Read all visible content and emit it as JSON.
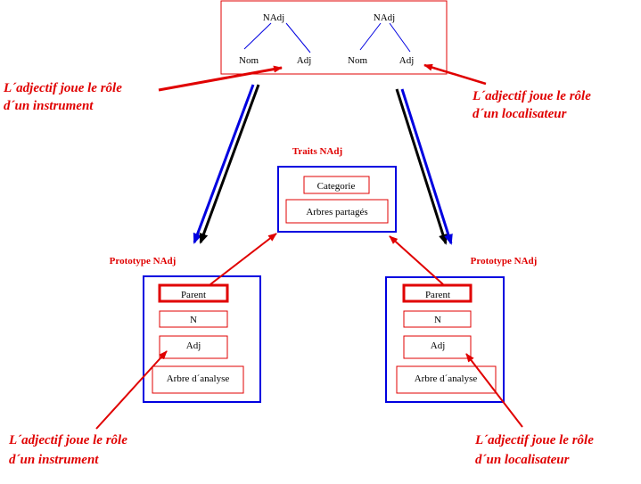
{
  "tree_box": {
    "left_tree": {
      "root": "NAdj",
      "left_leaf": "Nom",
      "right_leaf": "Adj"
    },
    "right_tree": {
      "root": "NAdj",
      "left_leaf": "Nom",
      "right_leaf": "Adj"
    }
  },
  "annotations": {
    "top_left": {
      "line1": "L´adjectif joue le rôle",
      "line2": "d´un instrument"
    },
    "top_right": {
      "line1": "L´adjectif joue le rôle",
      "line2": "d´un localisateur"
    },
    "bottom_left": {
      "line1": "L´adjectif joue le rôle",
      "line2": "d´un instrument"
    },
    "bottom_right": {
      "line1": "L´adjectif joue le rôle",
      "line2": "d´un localisateur"
    }
  },
  "traits": {
    "title": "Traits NAdj",
    "fields": [
      "Categorie",
      "Arbres partagés"
    ]
  },
  "prototype_left": {
    "title": "Prototype NAdj",
    "fields": [
      "Parent",
      "N",
      "Adj",
      "Arbre d´analyse"
    ]
  },
  "prototype_right": {
    "title": "Prototype NAdj",
    "fields": [
      "Parent",
      "N",
      "Adj",
      "Arbre d´analyse"
    ]
  },
  "colors": {
    "red": "#e00000",
    "blue": "#0000e0",
    "black": "#000000"
  }
}
